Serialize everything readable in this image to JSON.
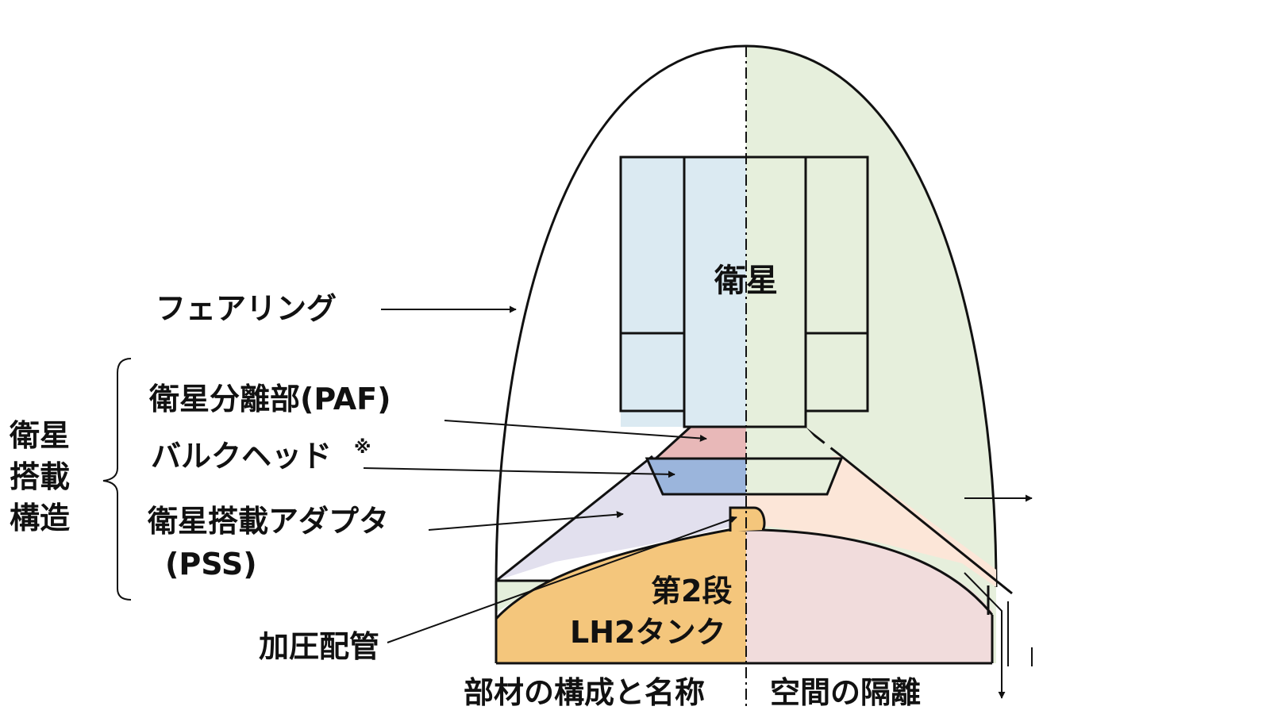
{
  "labels": {
    "fairing": "フェアリング",
    "payload_structure_lines": [
      "衛星",
      "搭載",
      "構造"
    ],
    "paf": "衛星分離部(PAF)",
    "bulkhead": "バルクヘッド",
    "bulkhead_note": "※",
    "pss_line1": "衛星搭載アダプタ",
    "pss_line2": "(PSS)",
    "pressurization_line": "加圧配管",
    "satellite": "衛星",
    "stage2_line1": "第2段",
    "stage2_line2": "LH2タンク",
    "bottom_left": "部材の構成と名称",
    "bottom_right": "空間の隔離"
  },
  "colors": {
    "outline": "#111111",
    "fairing_left_bg": "#ffffff",
    "fairing_right_bg": "#e6efdc",
    "satellite_left": "#dbeaf2",
    "satellite_right": "#e6efdc",
    "paf": "#e8b8b8",
    "bulkhead_left": "#9bb5dc",
    "bulkhead_right": "#e6efdc",
    "pss_left": "#e2e0ee",
    "pss_right": "#fce6d8",
    "tank_left": "#f4c67c",
    "tank_right": "#f1dcdc",
    "corner_left": "#e4eedb"
  }
}
